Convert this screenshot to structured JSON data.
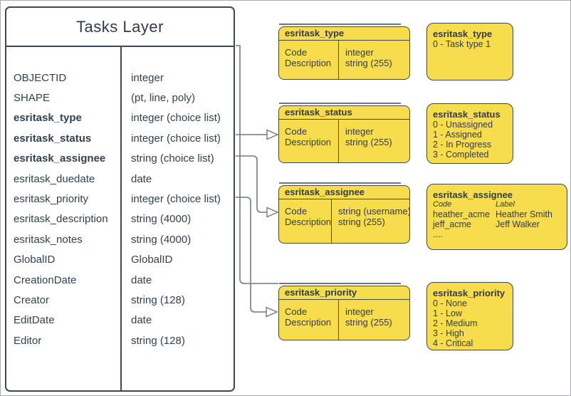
{
  "tasks_layer": {
    "title": "Tasks Layer",
    "fields": [
      {
        "name": "OBJECTID",
        "type": "integer"
      },
      {
        "name": "SHAPE",
        "type": "(pt, line, poly)"
      },
      {
        "name": "esritask_type",
        "type": "integer (choice list)"
      },
      {
        "name": "esritask_status",
        "type": "integer (choice list)"
      },
      {
        "name": "esritask_assignee",
        "type": "string (choice list)"
      },
      {
        "name": "esritask_duedate",
        "type": "date"
      },
      {
        "name": "esritask_priority",
        "type": "integer (choice list)"
      },
      {
        "name": "esritask_description",
        "type": "string (4000)"
      },
      {
        "name": "esritask_notes",
        "type": "string (4000)"
      },
      {
        "name": "GlobalID",
        "type": "GlobalID"
      },
      {
        "name": "CreationDate",
        "type": "date"
      },
      {
        "name": "Creator",
        "type": "string (128)"
      },
      {
        "name": "EditDate",
        "type": "date"
      },
      {
        "name": "Editor",
        "type": "string (128)"
      }
    ]
  },
  "schema_boxes": {
    "type": {
      "title": "esritask_type",
      "code_label": "Code",
      "desc_label": "Description",
      "code_type": "integer",
      "desc_type": "string (255)"
    },
    "status": {
      "title": "esritask_status",
      "code_label": "Code",
      "desc_label": "Description",
      "code_type": "integer",
      "desc_type": "string (255)"
    },
    "assignee": {
      "title": "esritask_assignee",
      "code_label": "Code",
      "desc_label": "Description",
      "code_type": "string (username)",
      "desc_type": "string (255)"
    },
    "priority": {
      "title": "esritask_priority",
      "code_label": "Code",
      "desc_label": "Description",
      "code_type": "integer",
      "desc_type": "string (255)"
    }
  },
  "legend_boxes": {
    "type": {
      "title": "esritask_type",
      "items": [
        "0 - Task type 1"
      ]
    },
    "status": {
      "title": "esritask_status",
      "items": [
        "0 - Unassigned",
        "1 - Assigned",
        "2 - In Progress",
        "3 - Completed"
      ]
    },
    "assignee": {
      "title": "esritask_assignee",
      "code_header": "Code",
      "label_header": "Label",
      "rows": [
        {
          "code": "heather_acme",
          "label": "Heather Smith"
        },
        {
          "code": "jeff_acme",
          "label": "Jeff Walker"
        }
      ],
      "more": "...."
    },
    "priority": {
      "title": "esritask_priority",
      "items": [
        "0 - None",
        "1 - Low",
        "2 - Medium",
        "3 - High",
        "4 - Critical"
      ]
    }
  },
  "colors": {
    "shape_fill": "#F7DD4B",
    "outline": "#3D4757",
    "connector": "#6F7A85",
    "text": "#2F3B4C"
  }
}
